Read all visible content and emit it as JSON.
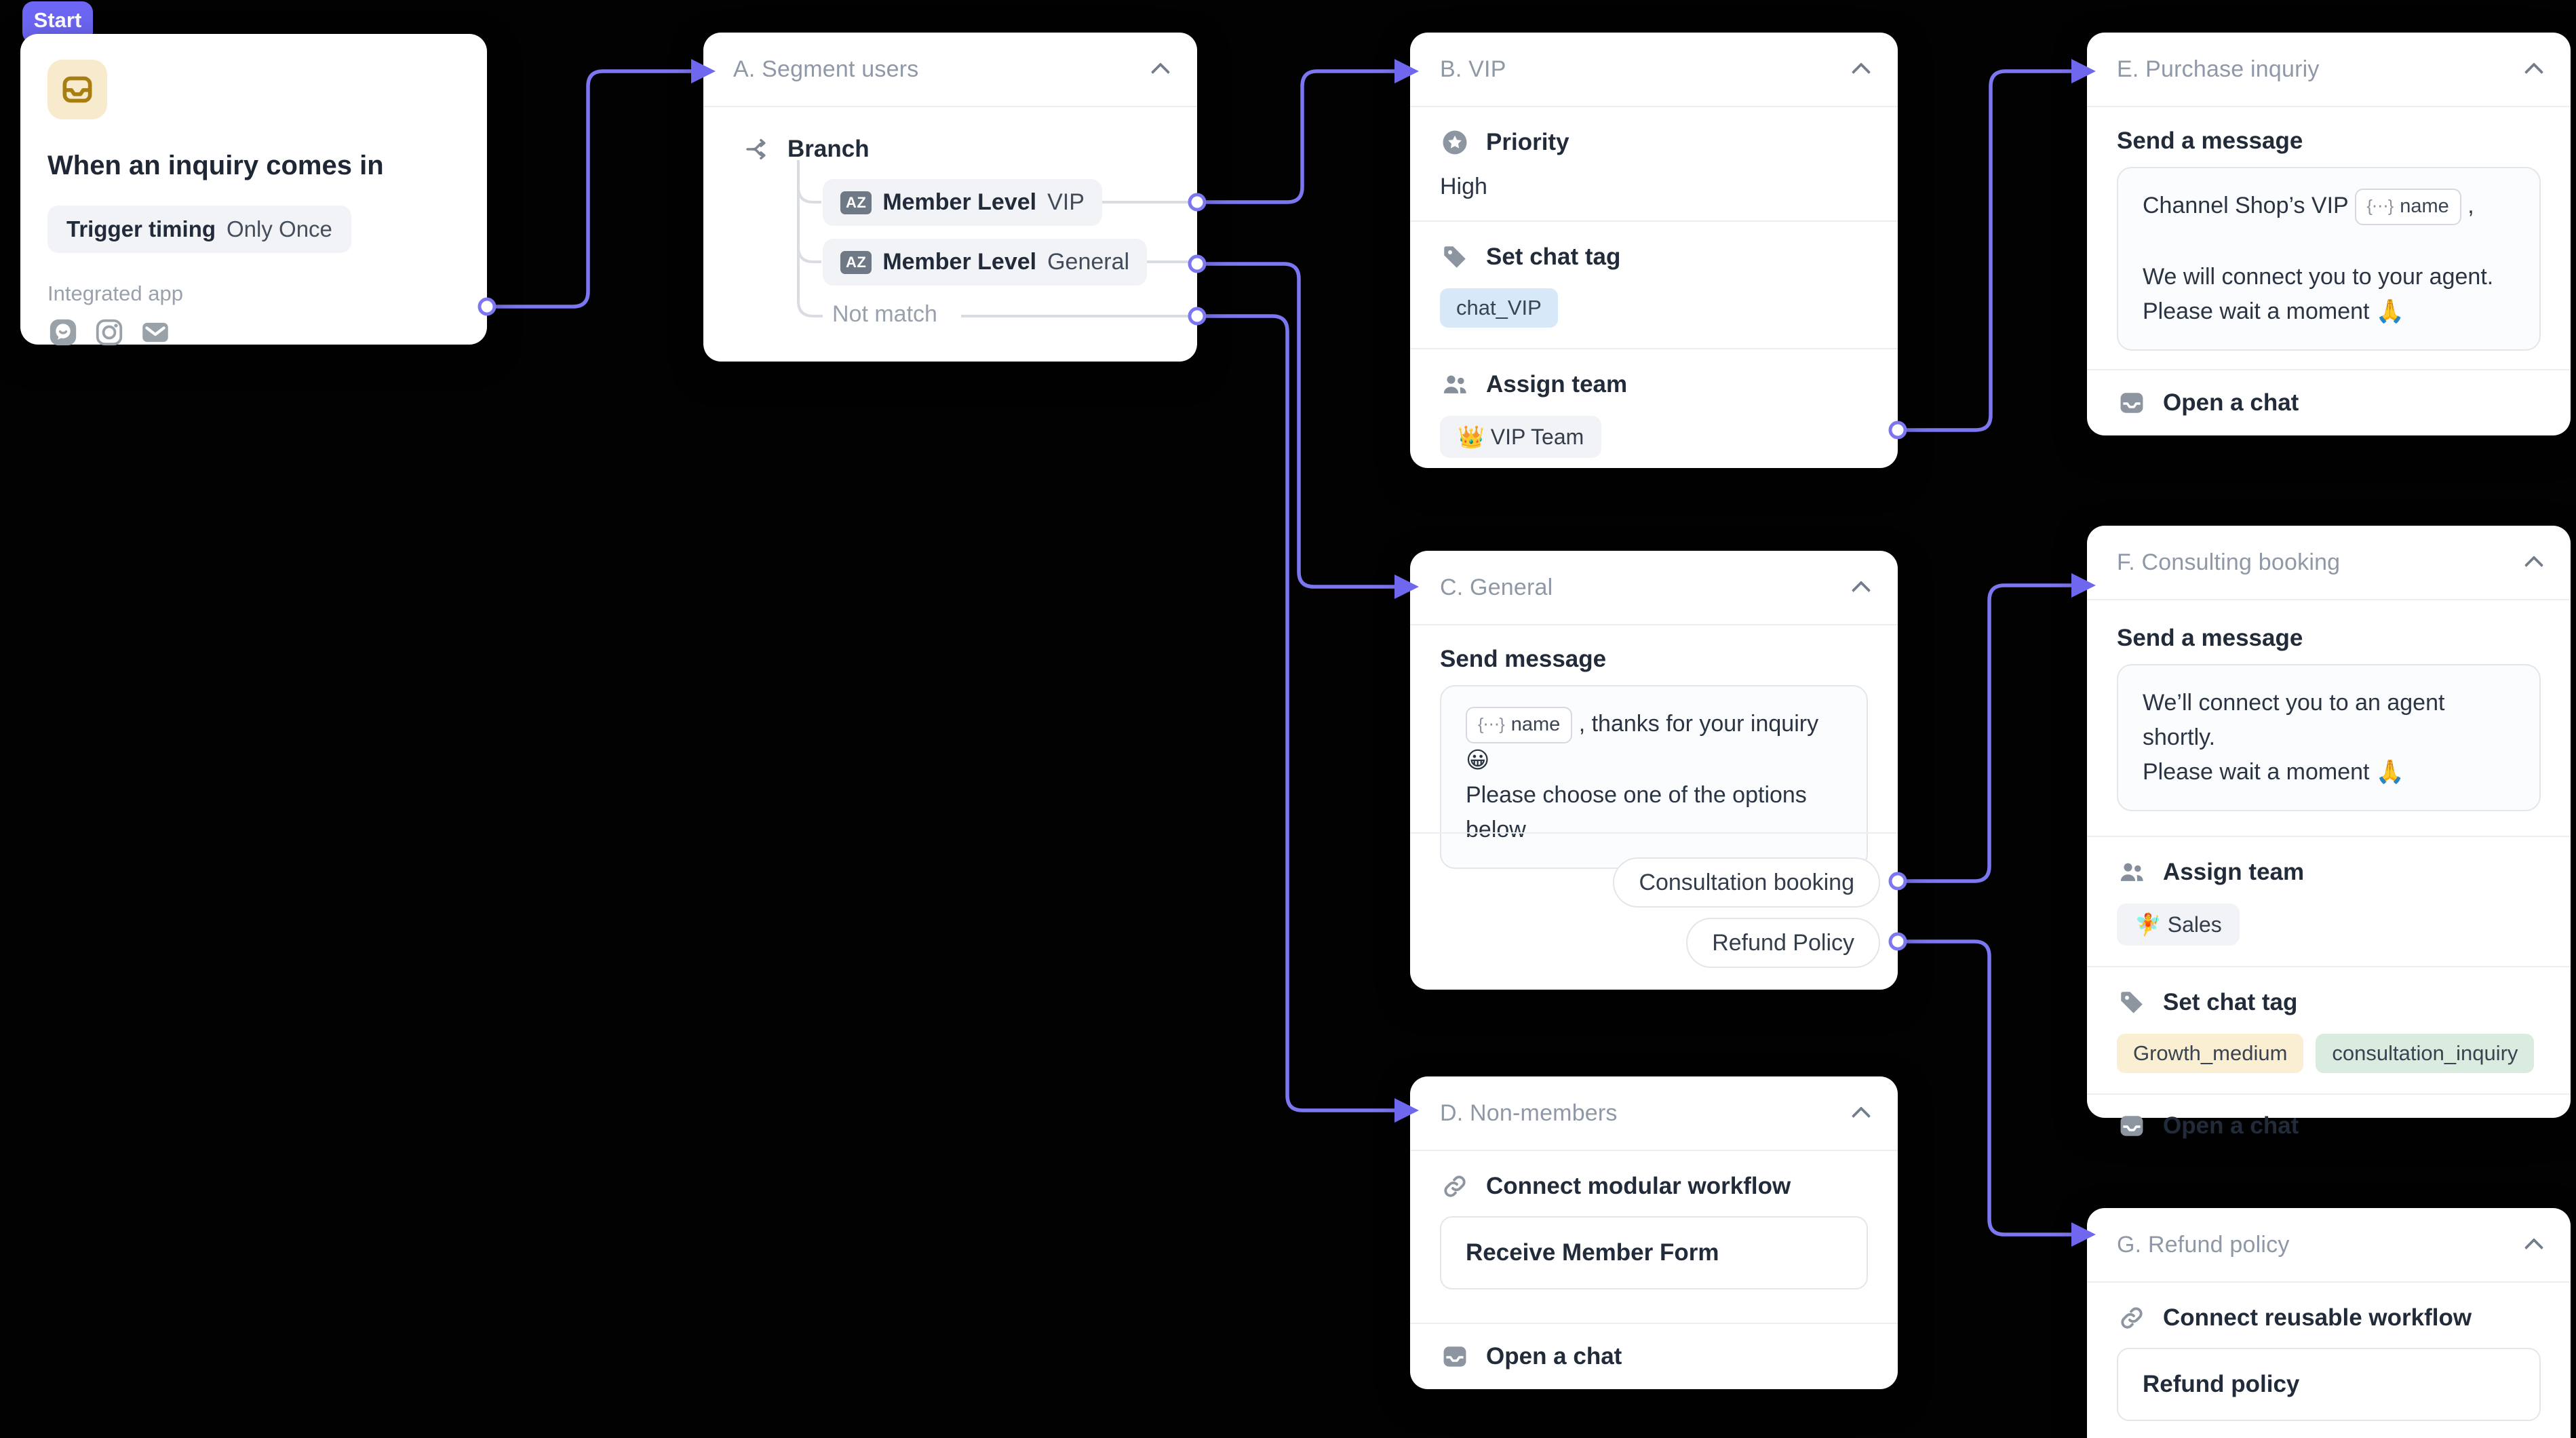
{
  "colors": {
    "canvas": "#020203",
    "card": "#ffffff",
    "edge": "#7c76f0",
    "arrow": "#6f68ee",
    "badge": "#6d66f4",
    "header_text": "#8f98a6",
    "text": "#222b39",
    "divider": "#eceef1",
    "tag_blue_bg": "#d7e8f8",
    "tag_amber_bg": "#faeed3",
    "tag_green_bg": "#d9ecdf",
    "pill_gray_bg": "#f2f3f6",
    "start_icon_bg": "#f8ebcd",
    "start_icon_fg": "#a87e12"
  },
  "chip_icon": "{⋯}",
  "start": {
    "badge": "Start",
    "title": "When an inquiry comes in",
    "trigger_label": "Trigger timing",
    "trigger_value": "Only Once",
    "integrated_label": "Integrated app",
    "app_icons": [
      "chat-app-icon",
      "instagram-icon",
      "email-icon"
    ]
  },
  "segment": {
    "title": "A. Segment users",
    "branch_label": "Branch",
    "rule_icon_label": "AZ",
    "rules": [
      {
        "field": "Member Level",
        "value": "VIP"
      },
      {
        "field": "Member Level",
        "value": "General"
      }
    ],
    "fallback": "Not match"
  },
  "vip": {
    "title": "B. VIP",
    "priority_label": "Priority",
    "priority_value": "High",
    "chat_tag_label": "Set chat tag",
    "chat_tag": "chat_VIP",
    "assign_label": "Assign team",
    "assign_value": "👑 VIP Team"
  },
  "general": {
    "title": "C. General",
    "send_label": "Send message",
    "message": {
      "chip": "name",
      "line1_suffix": ", thanks for your inquiry 😀",
      "line2": "Please choose one of the options below"
    },
    "options": [
      "Consultation booking",
      "Refund Policy"
    ]
  },
  "nonmembers": {
    "title": "D. Non-members",
    "connect_label": "Connect modular workflow",
    "workflow": "Receive Member Form",
    "open_chat": "Open a chat"
  },
  "purchase": {
    "title": "E. Purchase inquriy",
    "send_label": "Send a message",
    "message": {
      "line1_prefix": "Channel Shop’s VIP",
      "chip": "name",
      "line1_suffix": ",",
      "line2": "We will connect you to your agent.",
      "line3": "Please wait a moment 🙏"
    },
    "open_chat": "Open a chat"
  },
  "consulting": {
    "title": "F. Consulting booking",
    "send_label": "Send a message",
    "message": {
      "line1": "We’ll connect you to an agent shortly.",
      "line2": "Please wait a moment 🙏"
    },
    "assign_label": "Assign team",
    "assign_value": "🧚 Sales",
    "chat_tag_label": "Set chat tag",
    "tags": [
      "Growth_medium",
      "consultation_inquiry"
    ],
    "open_chat": "Open a chat"
  },
  "refund": {
    "title": "G. Refund policy",
    "connect_label": "Connect reusable workflow",
    "workflow": "Refund policy"
  }
}
